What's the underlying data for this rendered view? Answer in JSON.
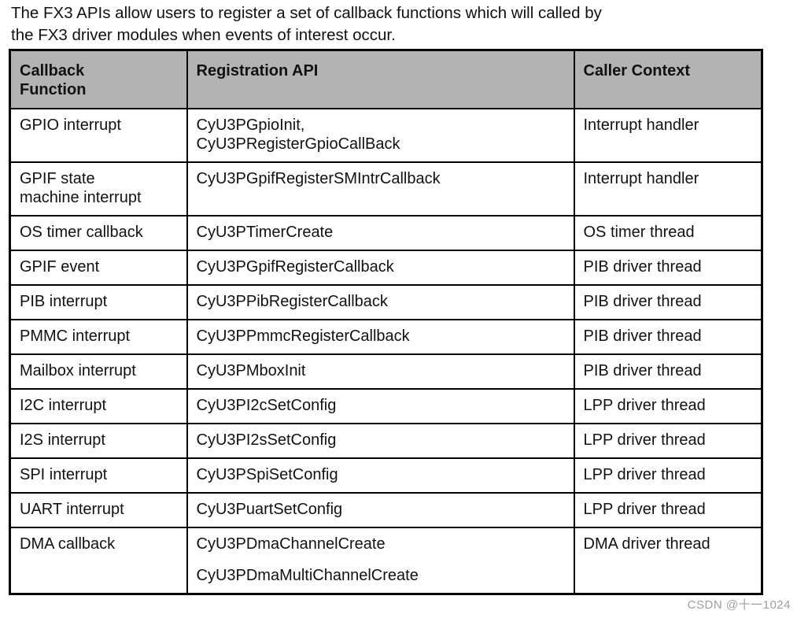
{
  "intro": {
    "line1": "The FX3 APIs allow users to register a set of callback functions which will called by",
    "line2": "the FX3 driver modules when events of interest occur."
  },
  "table": {
    "headers": [
      {
        "lines": [
          "Callback",
          "Function"
        ]
      },
      {
        "lines": [
          "Registration API"
        ]
      },
      {
        "lines": [
          "Caller Context"
        ]
      }
    ],
    "rows": [
      {
        "callback": [
          "GPIO interrupt"
        ],
        "api": [
          "CyU3PGpioInit,",
          "CyU3PRegisterGpioCallBack"
        ],
        "api_gap": false,
        "context": "Interrupt handler"
      },
      {
        "callback": [
          "GPIF state",
          "machine interrupt"
        ],
        "api": [
          "CyU3PGpifRegisterSMIntrCallback"
        ],
        "api_gap": false,
        "context": "Interrupt handler"
      },
      {
        "callback": [
          "OS timer callback"
        ],
        "api": [
          "CyU3PTimerCreate"
        ],
        "api_gap": false,
        "context": "OS timer thread"
      },
      {
        "callback": [
          "GPIF event"
        ],
        "api": [
          "CyU3PGpifRegisterCallback"
        ],
        "api_gap": false,
        "context": "PIB driver thread"
      },
      {
        "callback": [
          "PIB interrupt"
        ],
        "api": [
          "CyU3PPibRegisterCallback"
        ],
        "api_gap": false,
        "context": "PIB driver thread"
      },
      {
        "callback": [
          "PMMC interrupt"
        ],
        "api": [
          "CyU3PPmmcRegisterCallback"
        ],
        "api_gap": false,
        "context": "PIB driver thread"
      },
      {
        "callback": [
          "Mailbox interrupt"
        ],
        "api": [
          "CyU3PMboxInit"
        ],
        "api_gap": false,
        "context": "PIB driver thread"
      },
      {
        "callback": [
          "I2C interrupt"
        ],
        "api": [
          "CyU3PI2cSetConfig"
        ],
        "api_gap": false,
        "context": "LPP driver thread"
      },
      {
        "callback": [
          "I2S interrupt"
        ],
        "api": [
          "CyU3PI2sSetConfig"
        ],
        "api_gap": false,
        "context": "LPP driver thread"
      },
      {
        "callback": [
          "SPI interrupt"
        ],
        "api": [
          "CyU3PSpiSetConfig"
        ],
        "api_gap": false,
        "context": "LPP driver thread"
      },
      {
        "callback": [
          "UART interrupt"
        ],
        "api": [
          "CyU3PuartSetConfig"
        ],
        "api_gap": false,
        "context": "LPP driver thread"
      },
      {
        "callback": [
          "DMA callback"
        ],
        "api": [
          "CyU3PDmaChannelCreate",
          "CyU3PDmaMultiChannelCreate"
        ],
        "api_gap": true,
        "context": "DMA driver thread"
      }
    ]
  },
  "watermark": "CSDN @十一1024",
  "colors": {
    "header_bg": "#b3b3b3",
    "border": "#000000",
    "text": "#111111",
    "watermark": "#9e9e9e"
  }
}
